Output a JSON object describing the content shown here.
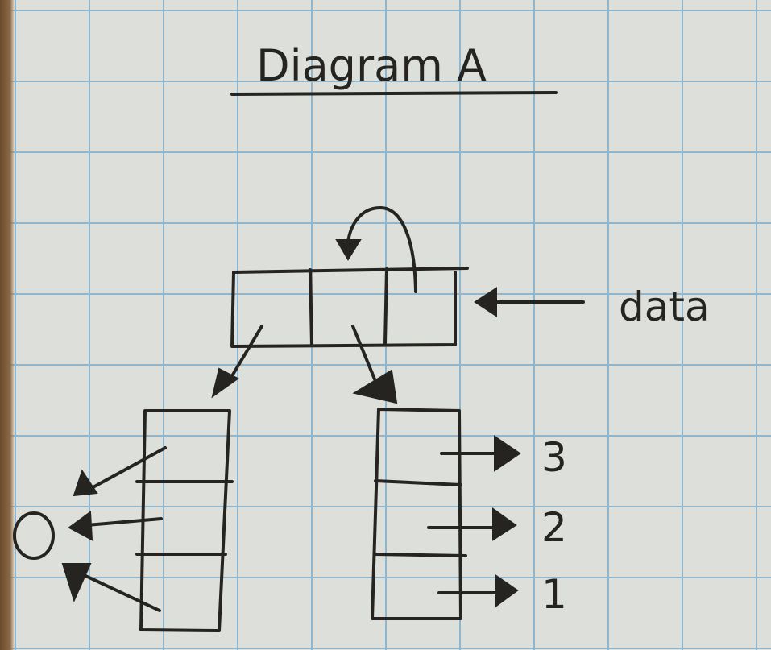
{
  "title": "Diagram A",
  "data_label": "data",
  "right_values": [
    "3",
    "2",
    "1"
  ],
  "left_value": "0",
  "colors": {
    "ink": "#262420",
    "grid": "#8fb6cf",
    "paper": "#dde0da"
  }
}
